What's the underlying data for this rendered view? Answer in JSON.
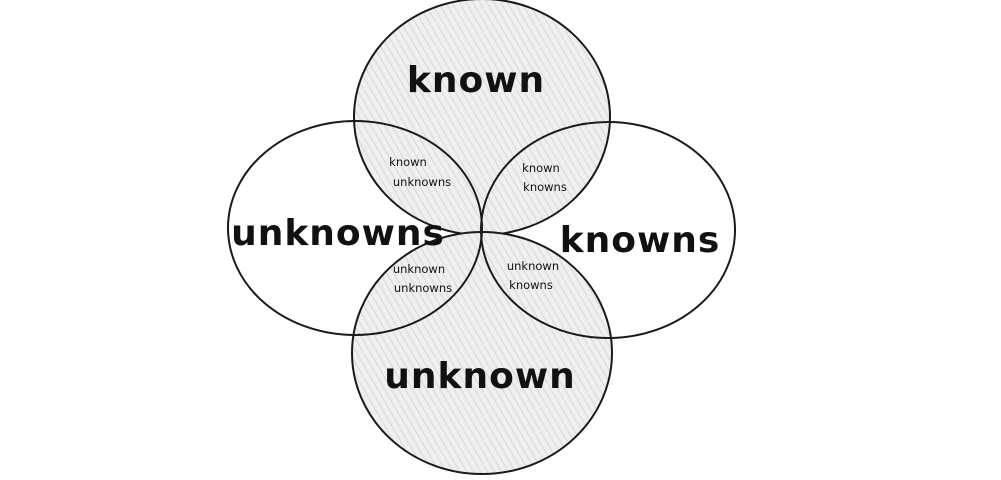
{
  "diagram": {
    "circles": {
      "top": "known",
      "left": "unknowns",
      "right": "knowns",
      "bottom": "unknown"
    },
    "intersections": {
      "top_left": [
        "known",
        "unknowns"
      ],
      "top_right": [
        "known",
        "knowns"
      ],
      "bottom_left": [
        "unknown",
        "unknowns"
      ],
      "bottom_right": [
        "unknown",
        "knowns"
      ]
    },
    "colors": {
      "stroke": "#1a1a1a",
      "fill": "#ececec",
      "hatch": "#d2d2d2"
    }
  }
}
